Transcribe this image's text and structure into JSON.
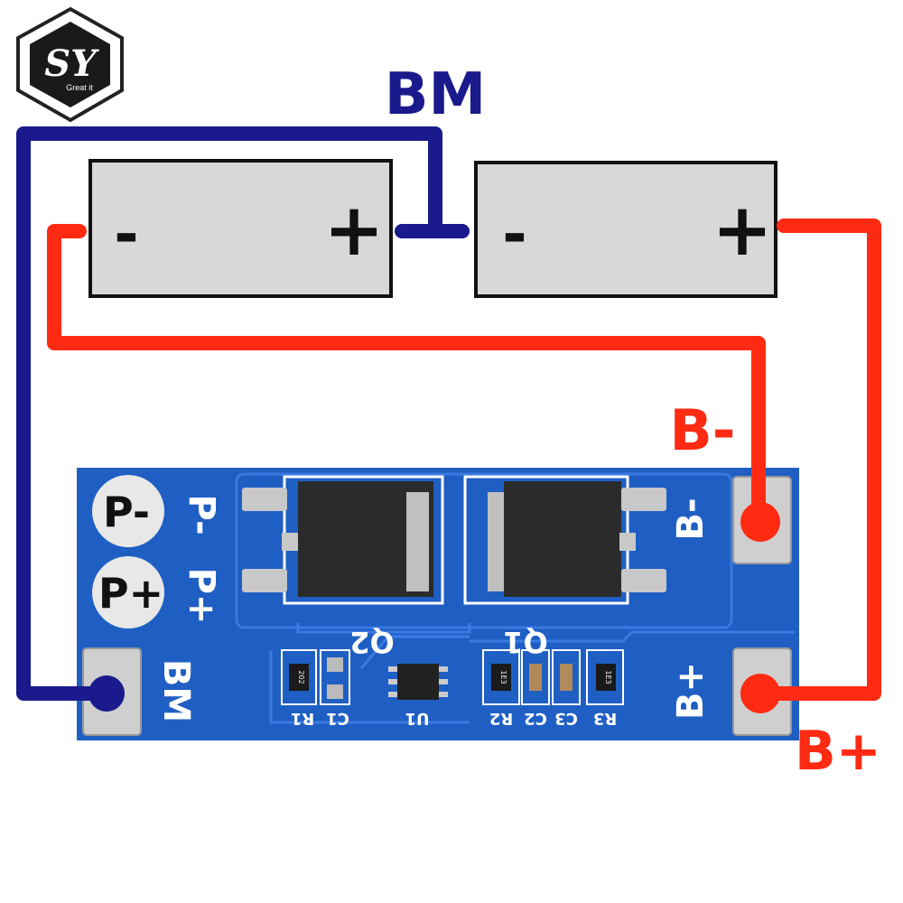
{
  "logo": {
    "initials": "SY",
    "tagline": "Great it"
  },
  "labels": {
    "bm_top": "BM",
    "b_minus": "B-",
    "b_plus": "B+"
  },
  "cells": [
    {
      "minus": "-",
      "plus": "+"
    },
    {
      "minus": "-",
      "plus": "+"
    }
  ],
  "board": {
    "pad_p_minus": "P-",
    "pad_p_plus": "P+",
    "silk_p_minus": "P-",
    "silk_p_plus": "P+",
    "silk_bm": "BM",
    "silk_b_minus": "B-",
    "silk_b_plus": "B+",
    "q2": "Q2",
    "q1": "Q1",
    "components": [
      "R1",
      "C1",
      "U1",
      "R2",
      "C2",
      "C3",
      "R3"
    ],
    "resistor_codes": [
      "202",
      "1E3",
      "1E3"
    ]
  },
  "colors": {
    "wire_blue": "#1a1a8c",
    "wire_red": "#ff2a12",
    "board_blue": "#1f5fc4",
    "cell_fill": "#d8d8d8"
  }
}
